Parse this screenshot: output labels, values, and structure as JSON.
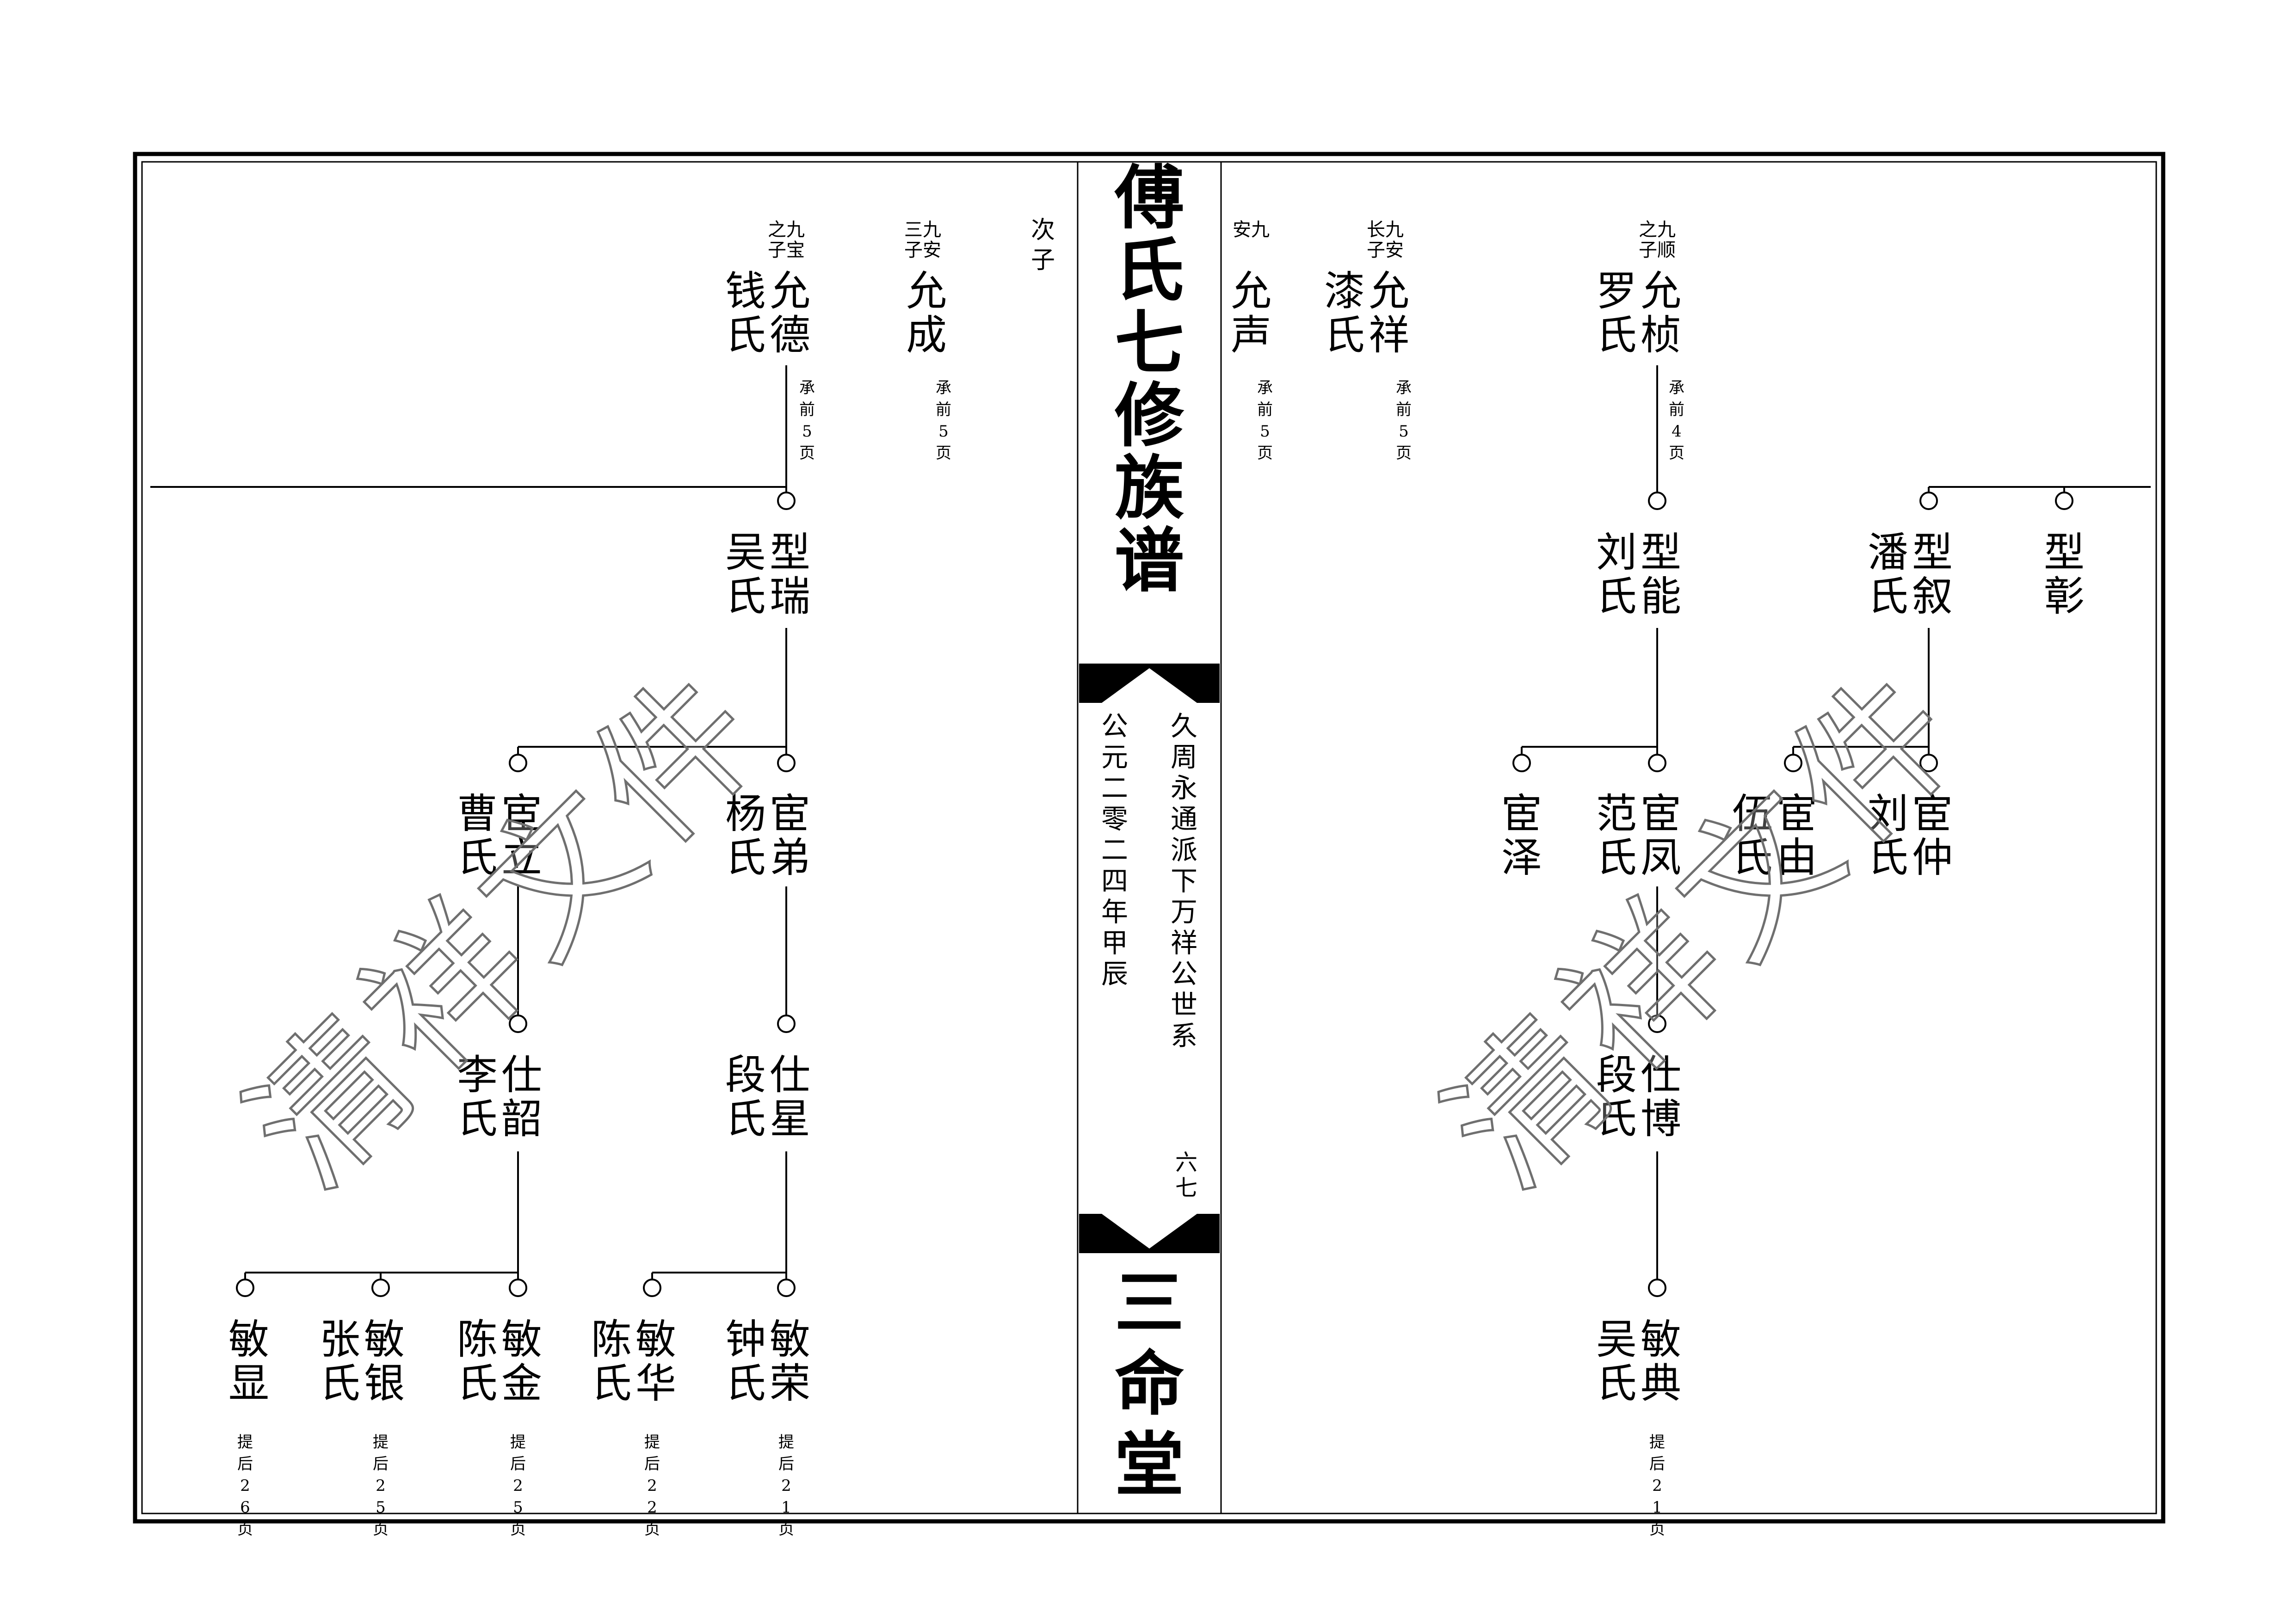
{
  "spine": {
    "title": "傅氏七修族谱",
    "branch": "久周永通派下万祥公世系",
    "date": "公元二零二四年甲辰",
    "page_number": "六七",
    "hall": "三命堂"
  },
  "watermark": "清祥文件",
  "left_page": {
    "side_note": "次子",
    "members": {
      "yunde": {
        "rel": "九宝之子",
        "name": "允德",
        "spouse": "钱氏",
        "ref": "承前5页"
      },
      "yuncheng": {
        "rel": "九安三子",
        "name": "允成",
        "spouse": "",
        "ref": "承前5页"
      },
      "xingrui": {
        "name": "型瑞",
        "spouse": "吴氏"
      },
      "yili": {
        "name": "宦立",
        "spouse": "曹氏"
      },
      "yidi": {
        "name": "宦弟",
        "spouse": "杨氏"
      },
      "shishao": {
        "name": "仕韶",
        "spouse": "李氏"
      },
      "shixing": {
        "name": "仕星",
        "spouse": "段氏"
      },
      "minxian": {
        "name": "敏显",
        "spouse": "",
        "ref": "提后26页"
      },
      "minyin": {
        "name": "敏银",
        "spouse": "张氏",
        "ref": "提后25页"
      },
      "minjin": {
        "name": "敏金",
        "spouse": "陈氏",
        "ref": "提后25页"
      },
      "minhua": {
        "name": "敏华",
        "spouse": "陈氏",
        "ref": "提后22页"
      },
      "minrong": {
        "name": "敏荣",
        "spouse": "钟氏",
        "ref": "提后21页"
      }
    }
  },
  "right_page": {
    "members": {
      "yunsheng": {
        "rel": "九安",
        "name": "允声",
        "spouse": "",
        "ref": "承前5页"
      },
      "yunxiang": {
        "rel": "九安长子",
        "name": "允祥",
        "spouse": "漆氏",
        "ref": "承前5页"
      },
      "yunzhen": {
        "rel": "九顺之子",
        "name": "允桢",
        "spouse": "罗氏",
        "ref": "承前4页"
      },
      "xingneng": {
        "name": "型能",
        "spouse": "刘氏"
      },
      "xingxu": {
        "name": "型叙",
        "spouse": "潘氏"
      },
      "xingzhang": {
        "name": "型彰",
        "spouse": ""
      },
      "yize": {
        "name": "宦泽",
        "spouse": ""
      },
      "yifeng": {
        "name": "宦凤",
        "spouse": "范氏"
      },
      "yiyou": {
        "name": "宦由",
        "spouse": "伍氏"
      },
      "yizhong": {
        "name": "宦仲",
        "spouse": "刘氏"
      },
      "shibo": {
        "name": "仕博",
        "spouse": "段氏"
      },
      "mindian": {
        "name": "敏典",
        "spouse": "吴氏",
        "ref": "提后21页"
      }
    }
  }
}
